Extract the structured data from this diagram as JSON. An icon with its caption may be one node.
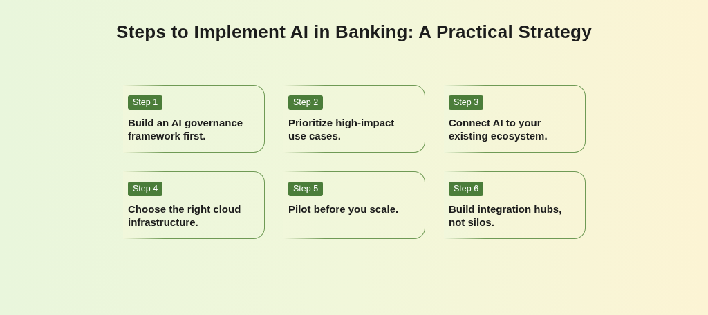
{
  "diagram": {
    "title": "Steps to Implement AI in Banking: A Practical Strategy",
    "nodes": [
      {
        "text": [
          "Step 1",
          "Build an AI governance framework first."
        ]
      },
      {
        "text": [
          "Step 2",
          "Prioritize high-impact use cases."
        ]
      },
      {
        "text": [
          "Step 3",
          "Connect AI to your existing ecosystem."
        ]
      },
      {
        "text": [
          "Step 4",
          "Choose the right cloud infrastructure."
        ]
      },
      {
        "text": [
          "Step 5",
          "Pilot before you scale."
        ]
      },
      {
        "text": [
          "Step 6",
          "Build integration hubs, not silos."
        ]
      }
    ]
  }
}
